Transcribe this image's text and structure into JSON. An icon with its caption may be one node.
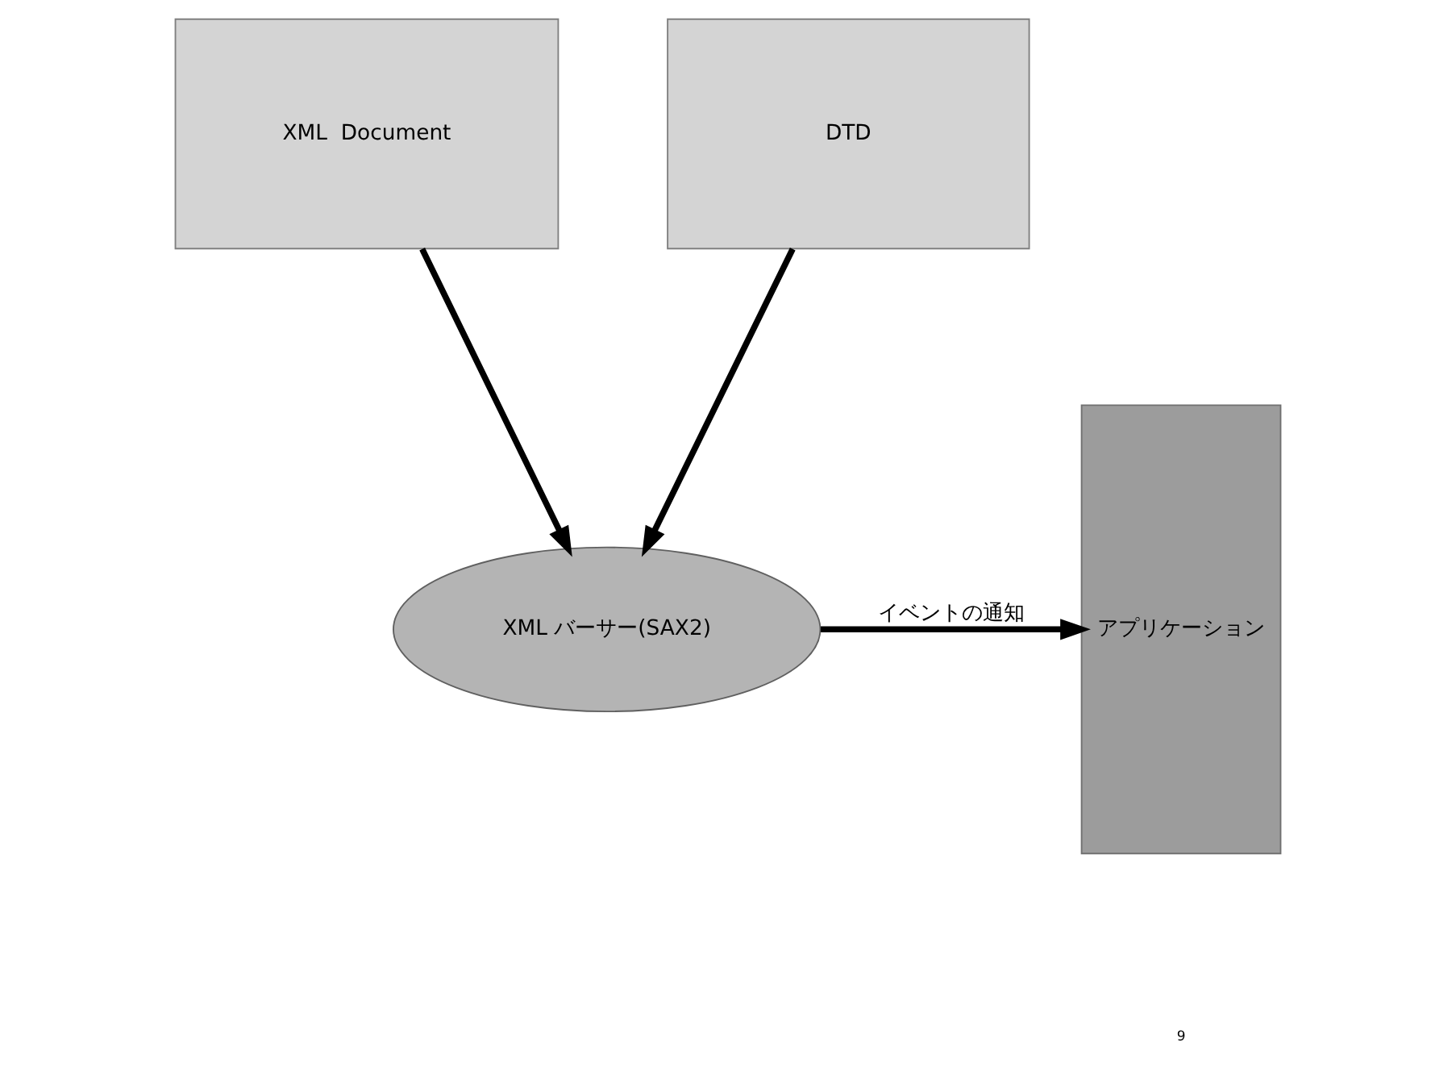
{
  "diagram": {
    "nodes": [
      {
        "text": [
          "XML  Document"
        ]
      },
      {
        "text": [
          "DTD"
        ]
      },
      {
        "text": [
          "XML バーサー(SAX2)"
        ]
      },
      {
        "text": [
          "アプリケーション"
        ]
      }
    ],
    "edges": [
      {
        "from": 0,
        "to": 2,
        "arrow": "to"
      },
      {
        "from": 1,
        "to": 2,
        "arrow": "to"
      },
      {
        "from": 2,
        "to": 3,
        "arrow": "to",
        "label": "イベントの通知"
      }
    ],
    "labels": [
      "9"
    ]
  }
}
